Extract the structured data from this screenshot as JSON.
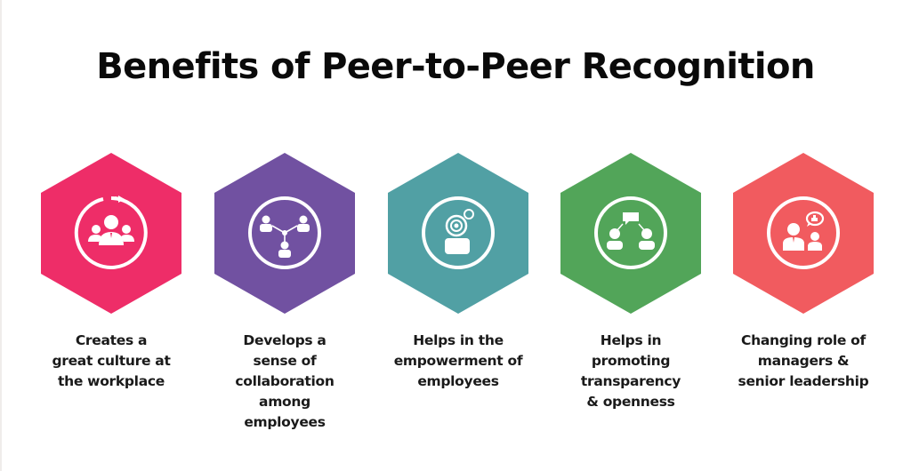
{
  "title": "Benefits of Peer-to-Peer Recognition",
  "benefits": [
    {
      "color": "#ee2d68",
      "icon": "team-cycle-icon",
      "lines": [
        "Creates a",
        "great culture at",
        "the workplace"
      ]
    },
    {
      "color": "#7151a1",
      "icon": "network-collaboration-icon",
      "lines": [
        "Develops a",
        "sense of",
        "collaboration",
        "among",
        "employees"
      ]
    },
    {
      "color": "#51a0a4",
      "icon": "empowered-person-icon",
      "lines": [
        "Helps in the",
        "empowerment of",
        "employees"
      ]
    },
    {
      "color": "#52a559",
      "icon": "conversation-transparency-icon",
      "lines": [
        "Helps in",
        "promoting",
        "transparency",
        "& openness"
      ]
    },
    {
      "color": "#f15b5f",
      "icon": "manager-feedback-icon",
      "lines": [
        "Changing role of",
        "managers &",
        "senior leadership"
      ]
    }
  ]
}
